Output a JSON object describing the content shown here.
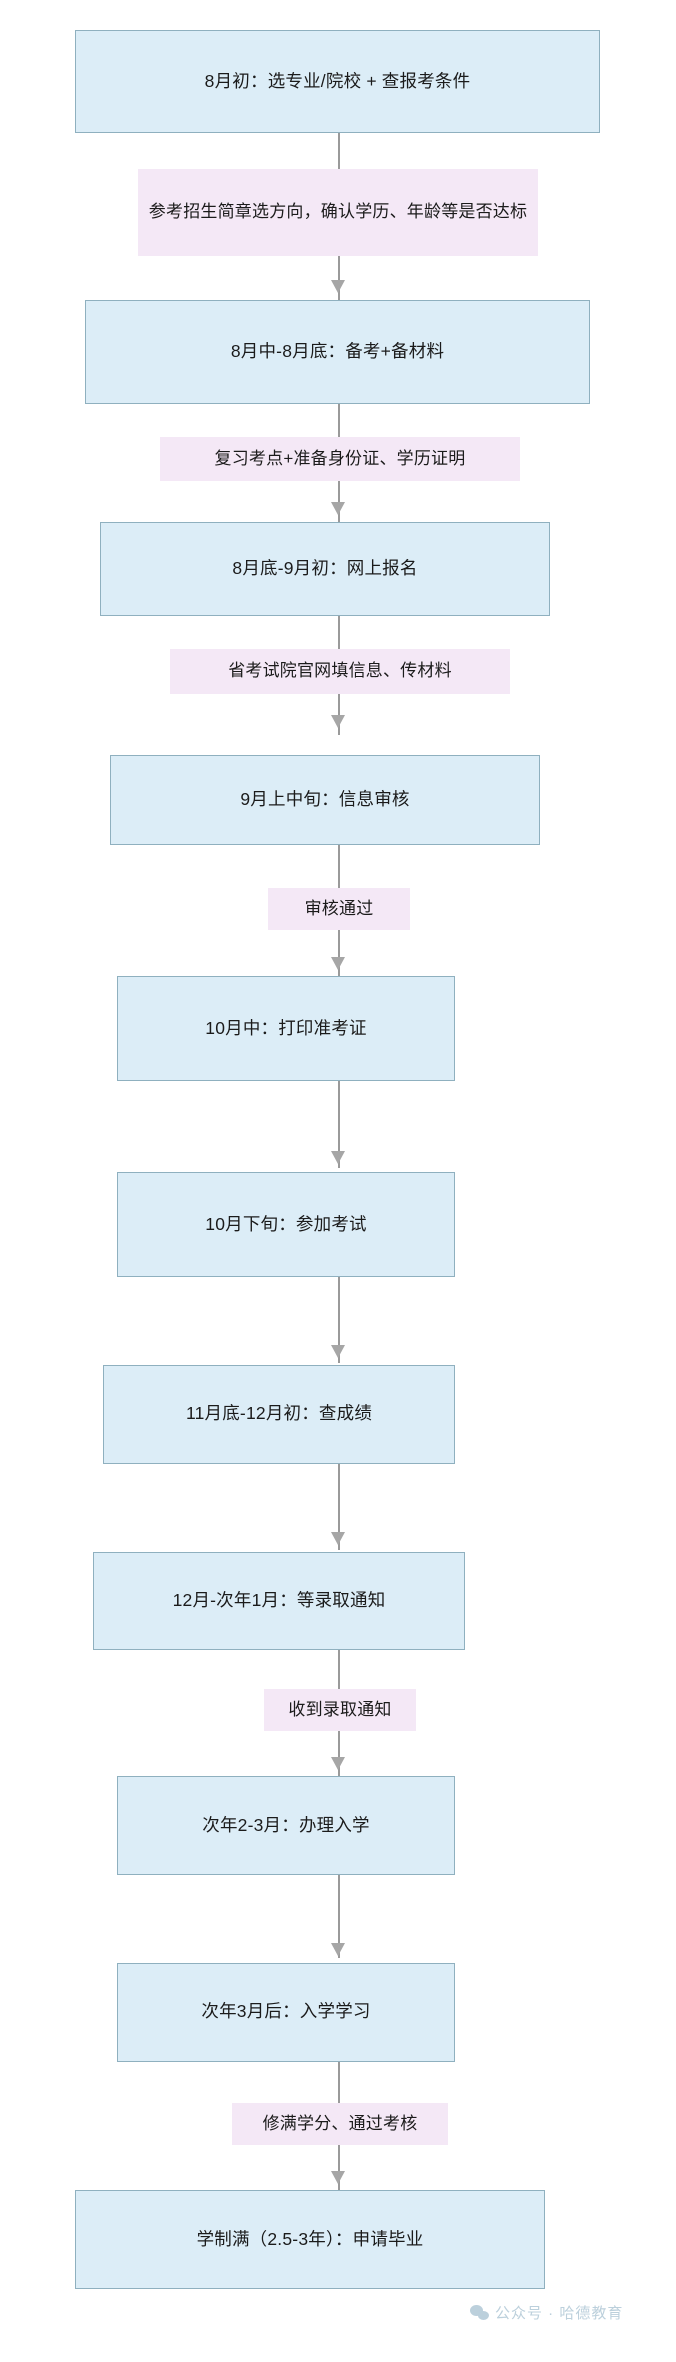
{
  "chart_data": {
    "type": "diagram",
    "diagram_kind": "flowchart",
    "orientation": "top-to-bottom",
    "title": "",
    "colors": {
      "node_fill": "#dcedf7",
      "node_border": "#8fb0bf",
      "edge_label_fill": "#f4e8f6",
      "connector": "#9a9a9a",
      "text": "#1b1b1b",
      "watermark": "#bcd0dc"
    },
    "nodes": [
      {
        "id": "n1",
        "label": "8月初：选专业/院校 + 查报考条件"
      },
      {
        "id": "n2",
        "label": "8月中-8月底：备考+备材料"
      },
      {
        "id": "n3",
        "label": "8月底-9月初：网上报名"
      },
      {
        "id": "n4",
        "label": "9月上中旬：信息审核"
      },
      {
        "id": "n5",
        "label": "10月中：打印准考证"
      },
      {
        "id": "n6",
        "label": "10月下旬：参加考试"
      },
      {
        "id": "n7",
        "label": "11月底-12月初：查成绩"
      },
      {
        "id": "n8",
        "label": "12月-次年1月：等录取通知"
      },
      {
        "id": "n9",
        "label": "次年2-3月：办理入学"
      },
      {
        "id": "n10",
        "label": "次年3月后：入学学习"
      },
      {
        "id": "n11",
        "label": "学制满（2.5-3年）：申请毕业"
      }
    ],
    "edges": [
      {
        "from": "n1",
        "to": "n2",
        "label": "参考招生简章选方向，确认学历、年龄等是否达标"
      },
      {
        "from": "n2",
        "to": "n3",
        "label": "复习考点+准备身份证、学历证明"
      },
      {
        "from": "n3",
        "to": "n4",
        "label": "省考试院官网填信息、传材料"
      },
      {
        "from": "n4",
        "to": "n5",
        "label": "审核通过"
      },
      {
        "from": "n5",
        "to": "n6",
        "label": ""
      },
      {
        "from": "n6",
        "to": "n7",
        "label": ""
      },
      {
        "from": "n7",
        "to": "n8",
        "label": ""
      },
      {
        "from": "n8",
        "to": "n9",
        "label": "收到录取通知"
      },
      {
        "from": "n9",
        "to": "n10",
        "label": ""
      },
      {
        "from": "n10",
        "to": "n11",
        "label": "修满学分、通过考核"
      }
    ]
  },
  "edge_labels": {
    "e1": "参考招生简章选方向，确认学历、年龄等是否达标",
    "e2": "复习考点+准备身份证、学历证明",
    "e3": "省考试院官网填信息、传材料",
    "e4": "审核通过",
    "e8": "收到录取通知",
    "e10": "修满学分、通过考核"
  },
  "watermark": {
    "icon": "wechat-icon",
    "text": "公众号 · 哈德教育"
  }
}
